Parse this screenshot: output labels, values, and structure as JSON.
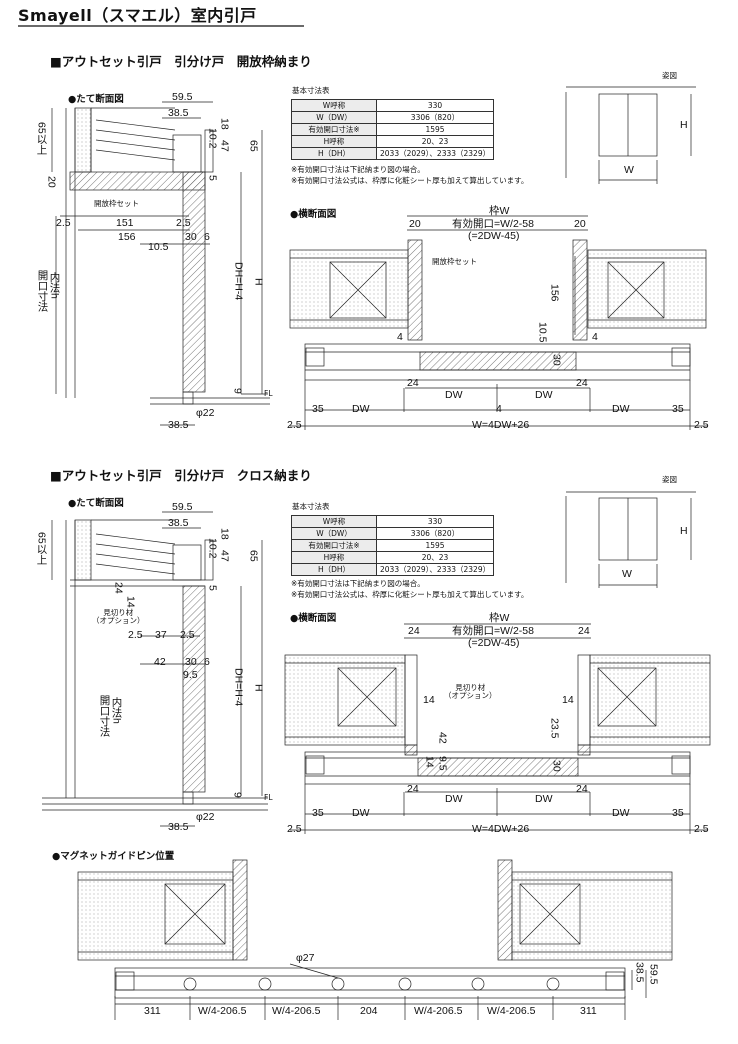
{
  "title": "Smayell（スマエル）室内引戸",
  "sections": [
    {
      "heading": "■アウトセット引戸　引分け戸　開放枠納まり",
      "vertical_label": "●たて断面図",
      "horizontal_label": "●横断面図",
      "elevation_label": "姿図",
      "spec_title": "基本寸法表",
      "spec_rows": [
        {
          "k": "W呼称",
          "v": "330"
        },
        {
          "k": "W（DW）",
          "v": "3306（820）"
        },
        {
          "k": "有効開口寸法※",
          "v": "1595"
        },
        {
          "k": "H呼称",
          "v": "20、23"
        },
        {
          "k": "H（DH）",
          "v": "2033（2029）、2333（2329）"
        }
      ],
      "notes": [
        "※有効開口寸法は下記納まり図の場合。",
        "※有効開口寸法公式は、枠厚に化粧シート厚も加えて算出しています。"
      ],
      "v_dims": [
        "59.5",
        "38.5",
        "10.2",
        "47",
        "18",
        "65以上",
        "65",
        "20",
        "2.5",
        "151",
        "2.5",
        "156",
        "10.5",
        "30",
        "6",
        "5",
        "9",
        "38.5",
        "φ22",
        "FL",
        "DH=H-4",
        "H",
        "開口寸法",
        "内法h"
      ],
      "v_callout": "開放枠セット",
      "h_dims": [
        "枠W",
        "有効開口=W/2-58",
        "(=2DW-45)",
        "20",
        "20",
        "156",
        "10.5",
        "4",
        "4",
        "30",
        "24",
        "24",
        "35",
        "DW",
        "DW",
        "4",
        "DW",
        "DW",
        "35",
        "2.5",
        "W=4DW+26",
        "2.5"
      ],
      "h_callout": "開放枠セット",
      "elev_dims": [
        "H",
        "W"
      ]
    },
    {
      "heading": "■アウトセット引戸　引分け戸　クロス納まり",
      "vertical_label": "●たて断面図",
      "horizontal_label": "●横断面図",
      "elevation_label": "姿図",
      "spec_title": "基本寸法表",
      "spec_rows": [
        {
          "k": "W呼称",
          "v": "330"
        },
        {
          "k": "W（DW）",
          "v": "3306（820）"
        },
        {
          "k": "有効開口寸法※",
          "v": "1595"
        },
        {
          "k": "H呼称",
          "v": "20、23"
        },
        {
          "k": "H（DH）",
          "v": "2033（2029）、2333（2329）"
        }
      ],
      "notes": [
        "※有効開口寸法は下記納まり図の場合。",
        "※有効開口寸法公式は、枠厚に化粧シート厚も加えて算出しています。"
      ],
      "v_dims": [
        "59.5",
        "38.5",
        "10.2",
        "47",
        "18",
        "65以上",
        "65",
        "24",
        "14",
        "2.5",
        "37",
        "2.5",
        "42",
        "30",
        "6",
        "9.5",
        "5",
        "9",
        "38.5",
        "φ22",
        "FL",
        "DH=H-4",
        "H",
        "開口寸法",
        "内法h"
      ],
      "v_callout": "見切り材\n（オプション）",
      "h_dims": [
        "枠W",
        "有効開口=W/2-58",
        "(=2DW-45)",
        "24",
        "24",
        "14",
        "14",
        "42",
        "9.5",
        "14",
        "23.5",
        "30",
        "24",
        "24",
        "35",
        "DW",
        "DW",
        "DW",
        "DW",
        "35",
        "2.5",
        "W=4DW+26",
        "2.5"
      ],
      "h_callout": "見切り材\n（オプション）",
      "elev_dims": [
        "H",
        "W"
      ]
    }
  ],
  "magnet": {
    "heading": "●マグネットガイドピン位置",
    "dims": [
      "φ27",
      "38.5",
      "59.5",
      "311",
      "W/4-206.5",
      "W/4-206.5",
      "204",
      "W/4-206.5",
      "W/4-206.5",
      "311"
    ]
  }
}
